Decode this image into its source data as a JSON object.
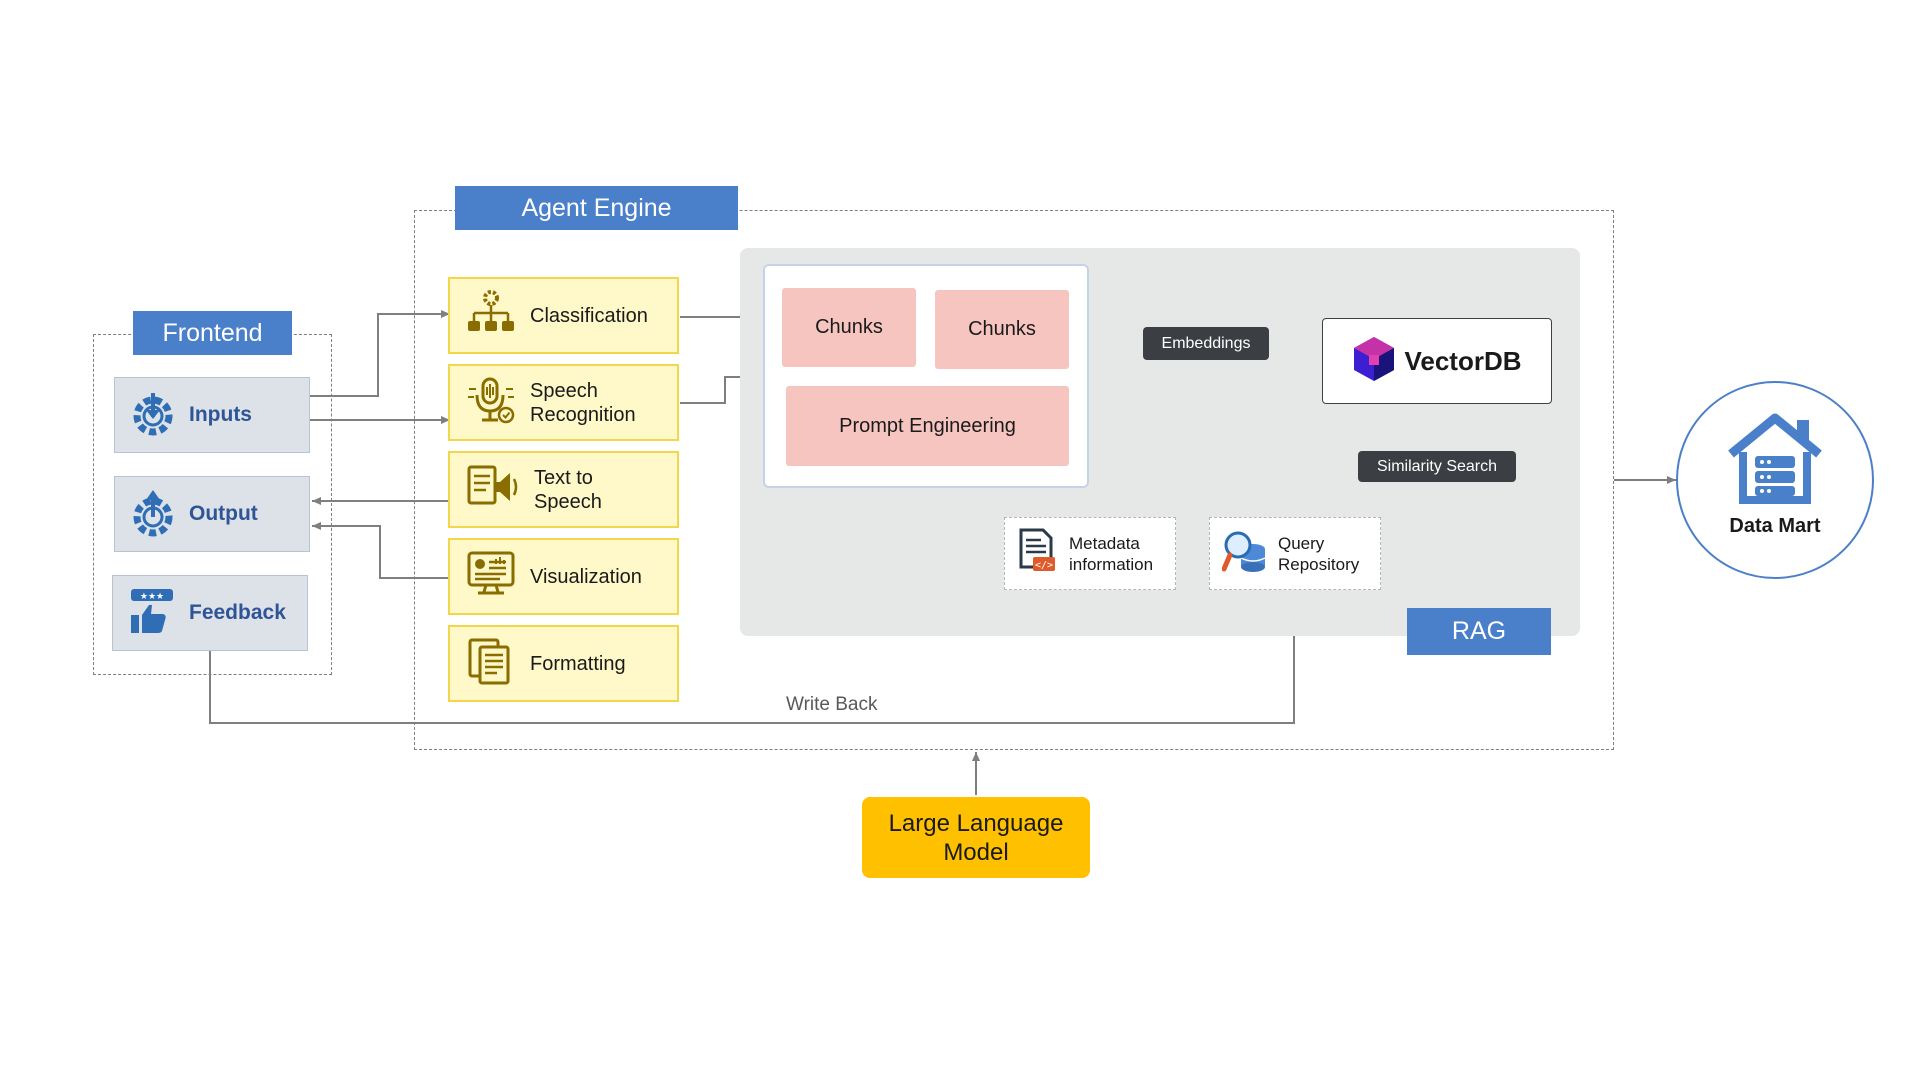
{
  "frontend": {
    "title": "Frontend",
    "items": [
      {
        "label": "Inputs",
        "icon": "gear-arrow-down-icon"
      },
      {
        "label": "Output",
        "icon": "gear-arrow-up-icon"
      },
      {
        "label": "Feedback",
        "icon": "thumbs-up-rating-icon"
      }
    ]
  },
  "agent_engine": {
    "title": "Agent Engine",
    "items": [
      {
        "label": "Classification",
        "icon": "hierarchy-gear-icon"
      },
      {
        "label": "Speech\nRecognition",
        "icon": "microphone-icon"
      },
      {
        "label": "Text to\nSpeech",
        "icon": "document-speaker-icon"
      },
      {
        "label": "Visualization",
        "icon": "monitor-chart-icon"
      },
      {
        "label": "Formatting",
        "icon": "documents-icon"
      }
    ]
  },
  "rag": {
    "title": "RAG",
    "chunks": [
      "Chunks",
      "Chunks"
    ],
    "prompt_engineering": "Prompt Engineering",
    "embeddings": "Embeddings",
    "similarity_search": "Similarity Search",
    "vectordb": "VectorDB",
    "metadata": "Metadata\ninformation",
    "query_repository": "Query\nRepository"
  },
  "data_mart": "Data Mart",
  "write_back": "Write Back",
  "llm": "Large Language\nModel",
  "colors": {
    "label_blue": "#4a7fc9",
    "frontend_text": "#2f5597",
    "agent_fill": "#fff8c8",
    "agent_border": "#f2d64b",
    "chunk_fill": "#f7c5c0",
    "llm_fill": "#ffc000",
    "rag_bg": "#e6e8e8"
  }
}
